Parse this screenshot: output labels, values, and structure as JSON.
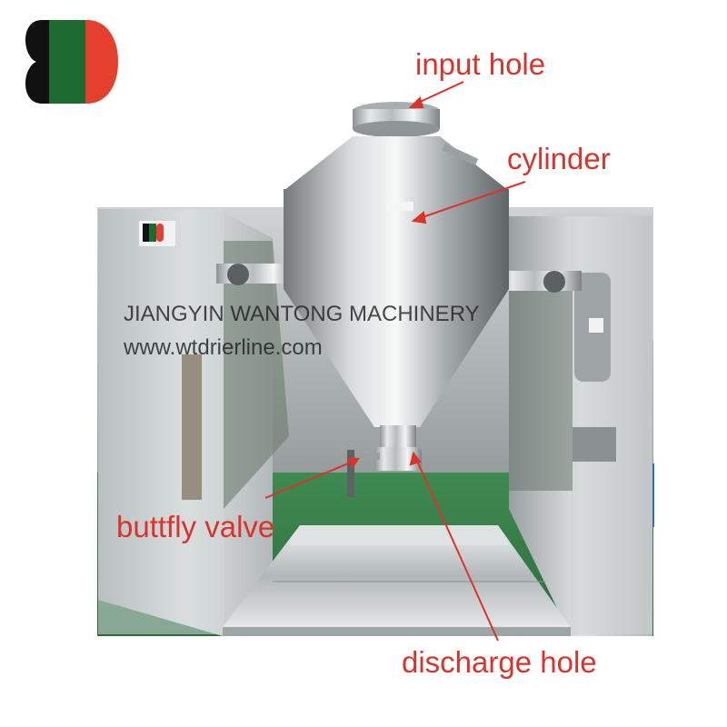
{
  "brand": {
    "logo_icon": "tricolor-d-logo-icon",
    "colors": {
      "black": "#111111",
      "green": "#1e6b31",
      "red": "#e4402d"
    }
  },
  "watermark": {
    "company": "JIANGYIN WANTONG MACHINERY",
    "website": "www.wtdrierline.com"
  },
  "callouts": {
    "input_hole": "input hole",
    "cylinder": "cylinder",
    "butterfly_valve": "buttfly valve",
    "discharge_hole": "discharge hole",
    "color": "#d9342b"
  }
}
